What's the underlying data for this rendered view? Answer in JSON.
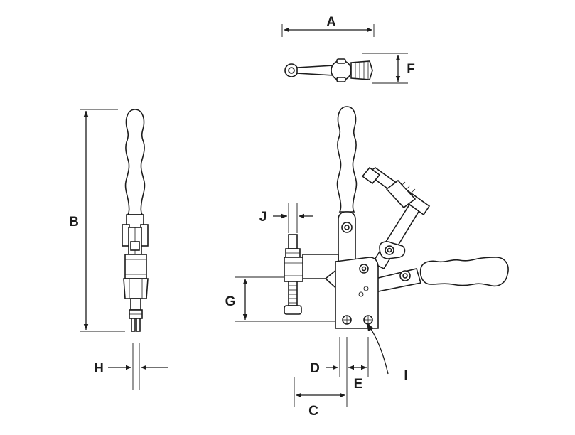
{
  "figure": {
    "labels": {
      "a": "A",
      "b": "B",
      "c": "C",
      "d": "D",
      "e": "E",
      "f": "F",
      "g": "G",
      "h": "H",
      "i": "I",
      "j": "J"
    }
  }
}
